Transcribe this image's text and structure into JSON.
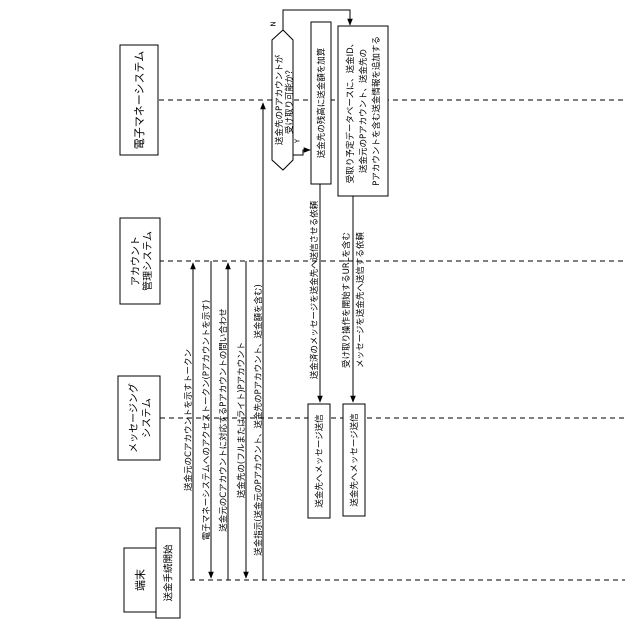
{
  "lanes": {
    "emoney": "電子マネーシステム",
    "account_line1": "アカウント",
    "account_line2": "管理システム",
    "messaging_line1": "メッセージング",
    "messaging_line2": "システム",
    "terminal": "端末"
  },
  "steps": {
    "start": "送金手続開始",
    "m1": "送金元のCアカウントを示すトークン",
    "m2": "電子マネーシステムへのアクセストークン(Pアカウントを示す)",
    "m3": "送金元のCアカウントに対応するPアカウントの問い合わせ",
    "m4": "送金先の(フルまたはライト)Pアカウント",
    "m5": "送金指示(送金元のPアカウント、送金先のPアカウント、送金額を含む)",
    "decision_line1": "送金先のPアカウントが",
    "decision_line2": "受け取り可能か？",
    "decision_no": "N",
    "decision_yes": "Y",
    "add_balance": "送金先の残高に送金額を加算",
    "msg_request1": "送金済のメッセージを送金先へ送信させる依頼",
    "send_msg1": "送金先へメッセージ送信",
    "record_line1": "受取り予定データベースに、送金ID、",
    "record_line2": "送金元のPアカウント、送金先の",
    "record_line3": "Pアカウントを含む送金情報を追加する",
    "msg_request2_line1": "受け取り操作を開始するURLを含む",
    "msg_request2_line2": "メッセージを送金先へ送信する依頼",
    "send_msg2": "送金先へメッセージ送信"
  }
}
